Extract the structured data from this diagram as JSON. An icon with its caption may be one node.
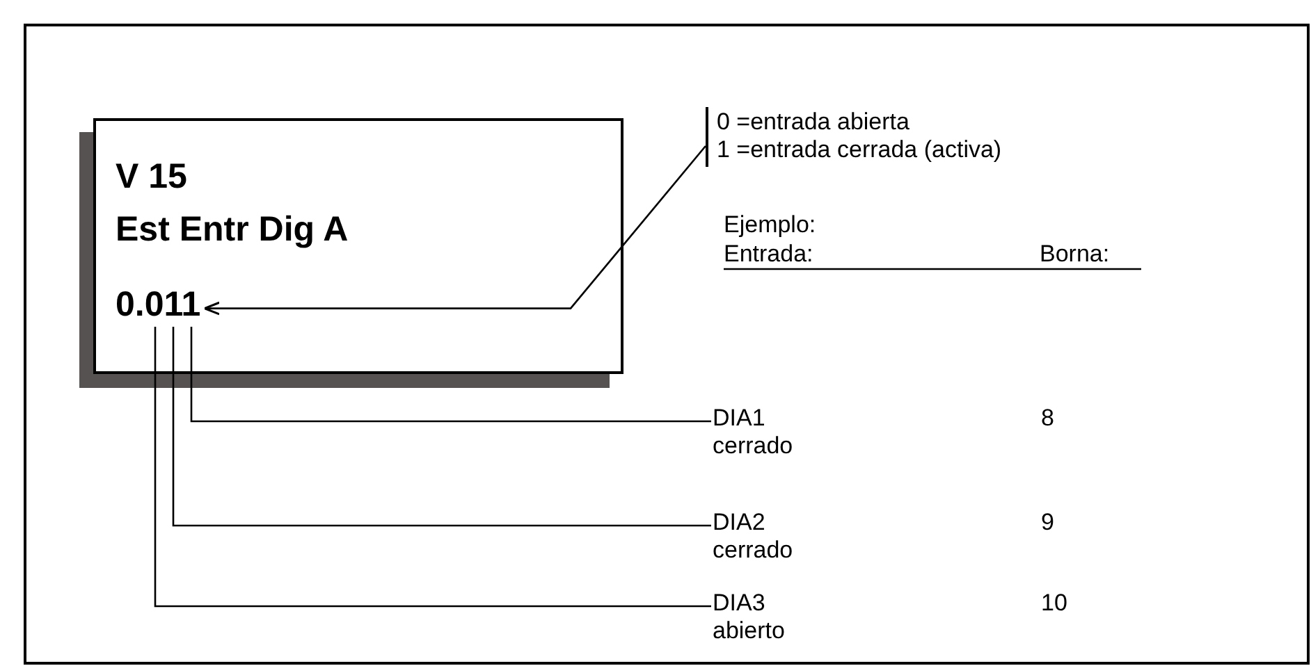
{
  "diagram": {
    "nodes": [
      {
        "text": [
          "V 15",
          "Est Entr Dig A"
        ]
      },
      {
        "text": [
          "0.011"
        ],
        "in": 0
      },
      {
        "text": [
          "0 =entrada abierta",
          "1 =entrada cerrada (activa)"
        ]
      },
      {
        "text": [
          "DIA1 cerrado"
        ]
      },
      {
        "text": [
          "DIA2 cerrado"
        ]
      },
      {
        "text": [
          "DIA3 abierto"
        ]
      }
    ],
    "edges": [
      {
        "from": 2,
        "to": 1,
        "arrow": "to"
      },
      {
        "from": 3,
        "to": 1,
        "arrow": "none"
      },
      {
        "from": 4,
        "to": 1,
        "arrow": "none"
      },
      {
        "from": 5,
        "to": 1,
        "arrow": "none"
      }
    ],
    "labels": [
      "Ejemplo:",
      "Entrada:",
      "Borna:",
      "8",
      "9",
      "10"
    ]
  }
}
